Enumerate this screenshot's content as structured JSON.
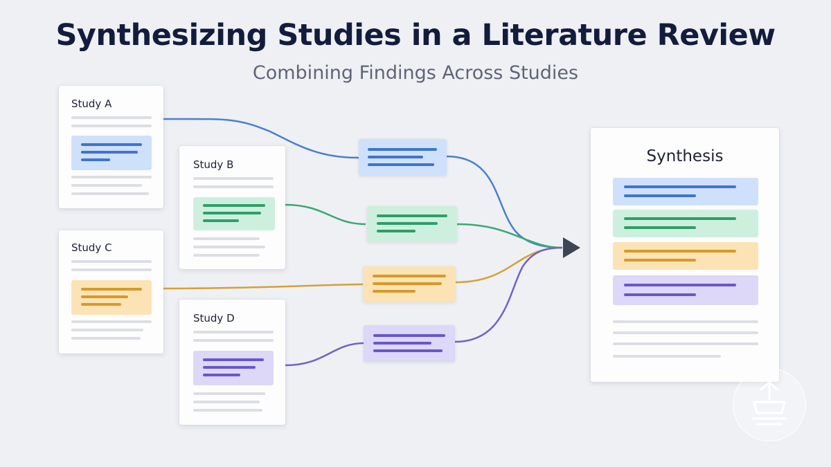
{
  "header": {
    "title": "Synthesizing Studies in a Literature Review",
    "subtitle": "Combining Findings Across Studies"
  },
  "studies": [
    {
      "label": "Study A",
      "color": "#3e74cc"
    },
    {
      "label": "Study B",
      "color": "#2f9e67"
    },
    {
      "label": "Study C",
      "color": "#d69a2a"
    },
    {
      "label": "Study D",
      "color": "#6a57c7"
    }
  ],
  "synthesis": {
    "title": "Synthesis"
  },
  "colors": {
    "blue": "#3e74cc",
    "green": "#2f9e67",
    "yellow": "#d69a2a",
    "purple": "#6a57c7",
    "arrow": "#3f4554"
  },
  "icons": {
    "arrow": "arrow-right-icon",
    "logo": "watermark-logo"
  }
}
